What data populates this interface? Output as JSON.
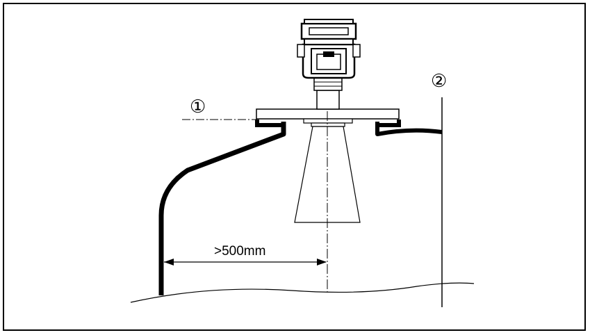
{
  "markers": {
    "reference_plane": "①",
    "vessel_wall_line": "②"
  },
  "dimension": {
    "min_distance_label": ">500mm"
  },
  "colors": {
    "line": "#000000",
    "background": "#ffffff"
  }
}
